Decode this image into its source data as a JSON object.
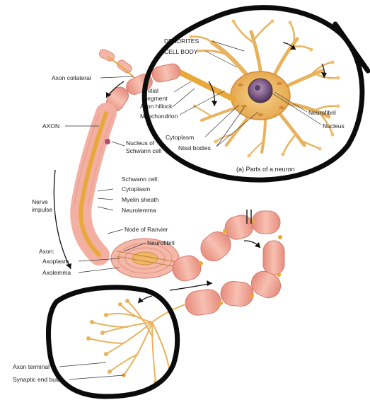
{
  "labels": {
    "dendrites": "DENDRITES",
    "cell_body": "CELL BODY",
    "axon_collateral": "Axon collateral",
    "initial_segment_line1": "Initial",
    "initial_segment_line2": "segment",
    "axon_hillock": "Axon hillock",
    "mitochondrion": "Mitochondrion",
    "neurofibril_top": "Neurofibril",
    "nucleus": "Nucleus",
    "cytoplasm": "Cytoplasm",
    "nissl_bodies": "Nissl bodies",
    "caption": "(a) Parts of a neuron",
    "axon": "AXON",
    "nucleus_schwann_line1": "Nucleus of",
    "nucleus_schwann_line2": "Schwann cell",
    "schwann_cell": "Schwann cell:",
    "schwann_cytoplasm": "Cytoplasm",
    "myelin_sheath": "Myelin sheath",
    "neurolemma": "Neurolemma",
    "nerve_impulse_line1": "Nerve",
    "nerve_impulse_line2": "impulse",
    "node_of_ranvier": "Node of Ranvier",
    "neurofibril_axon": "Neurofibril",
    "axon_heading": "Axon:",
    "axoplasm": "Axoplasm",
    "axolemma": "Axolemma",
    "axon_terminal": "Axon terminal",
    "synaptic_end_bulb": "Synaptic end bulb"
  },
  "colors": {
    "membrane": "#f2a99a",
    "membrane_dark": "#e08877",
    "axon_core": "#e9a83b",
    "nucleus": "#7b5a86",
    "dendrite": "#f3c77a",
    "ink": "#0b0b0b"
  }
}
